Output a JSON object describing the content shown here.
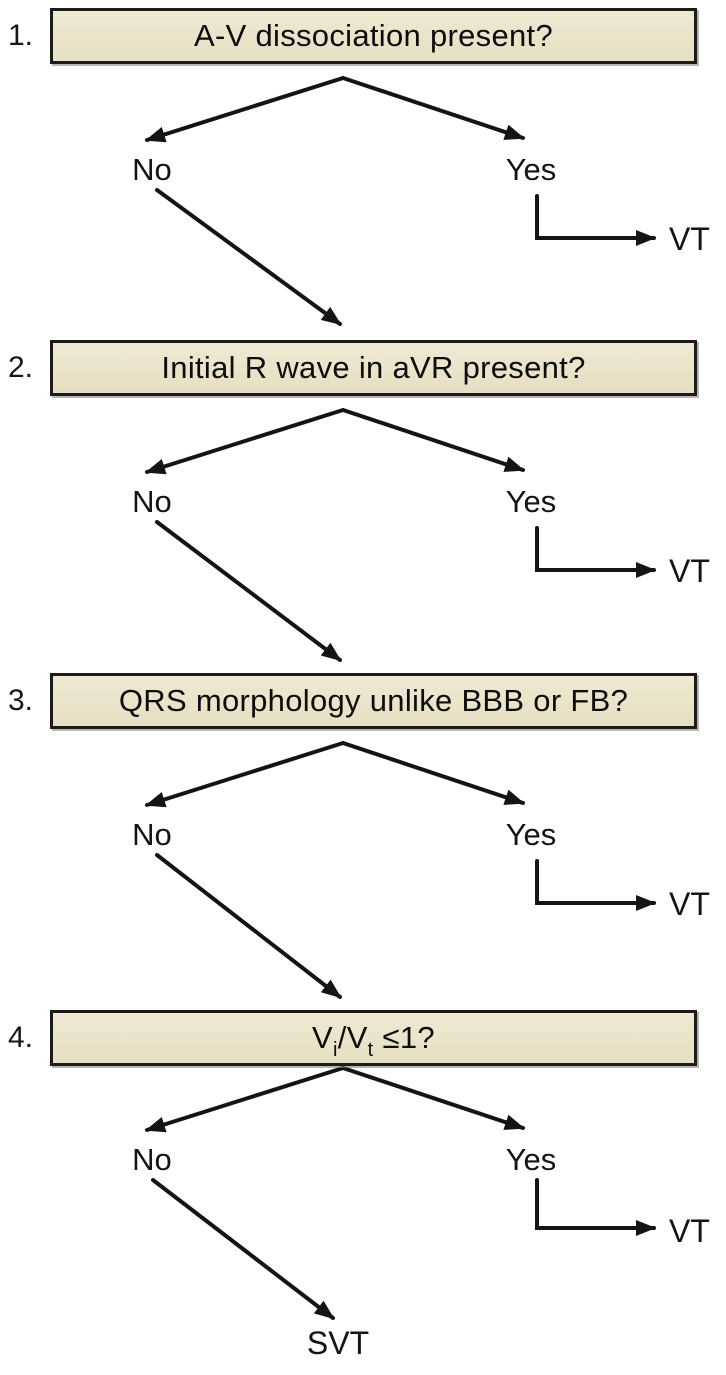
{
  "colors": {
    "background": "#ffffff",
    "box_fill": "#e9e2c8",
    "box_border": "#1b1b1b",
    "arrow": "#141414",
    "text": "#111111"
  },
  "steps": [
    {
      "number": "1.",
      "question": "A-V dissociation present?",
      "no_label": "No",
      "yes_label": "Yes",
      "yes_result": "VT"
    },
    {
      "number": "2.",
      "question": "Initial R wave in aVR present?",
      "no_label": "No",
      "yes_label": "Yes",
      "yes_result": "VT"
    },
    {
      "number": "3.",
      "question": "QRS morphology unlike BBB or FB?",
      "no_label": "No",
      "yes_label": "Yes",
      "yes_result": "VT"
    },
    {
      "number": "4.",
      "question": "Vi/Vt ≤1?",
      "question_parts": {
        "base1": "V",
        "sub1": "i",
        "base2": "/V",
        "sub2": "t",
        "tail": "≤1?"
      },
      "no_label": "No",
      "yes_label": "Yes",
      "yes_result": "VT",
      "no_result": "SVT"
    }
  ]
}
